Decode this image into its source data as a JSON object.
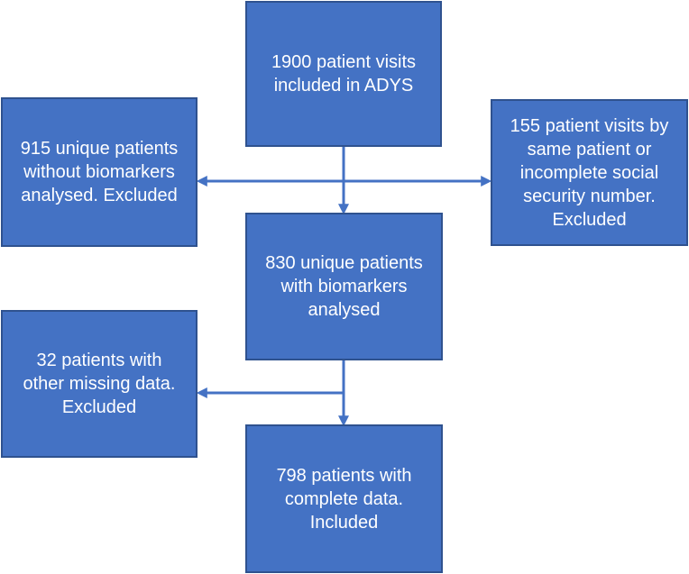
{
  "boxes": {
    "visits": "1900 patient visits included in ADYS",
    "no_biomarkers": "915 unique patients without biomarkers analysed. Excluded",
    "duplicates": "155 patient visits by same patient or incomplete social security number. Excluded",
    "with_biomarkers": "830 unique patients with biomarkers analysed",
    "missing_data": "32 patients with other missing data. Excluded",
    "complete": "798 patients with complete data. Included"
  },
  "colors": {
    "box_fill": "#4472c4",
    "box_border": "#2f528f",
    "arrow": "#4472c4",
    "text": "#ffffff"
  }
}
